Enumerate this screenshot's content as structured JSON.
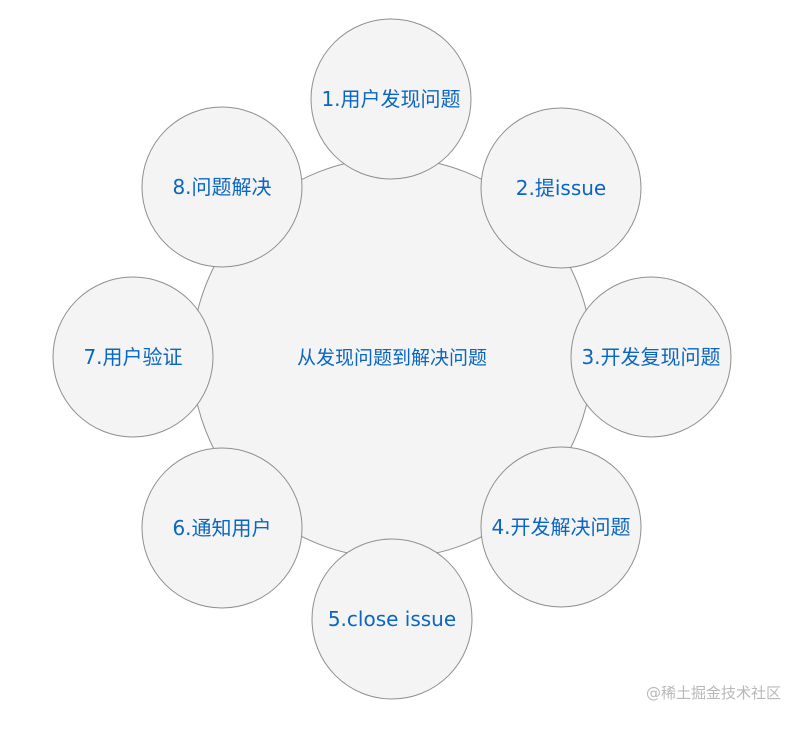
{
  "diagram": {
    "center": {
      "label": "从发现问题到解决问题"
    },
    "steps": [
      {
        "label": "1.用户发现问题"
      },
      {
        "label": "2.提issue"
      },
      {
        "label": "3.开发复现问题"
      },
      {
        "label": "4.开发解决问题"
      },
      {
        "label": "5.close issue"
      },
      {
        "label": "6.通知用户"
      },
      {
        "label": "7.用户验证"
      },
      {
        "label": "8.问题解决"
      }
    ],
    "colors": {
      "text": "#0a66c2",
      "circle_fill": "#f4f4f4",
      "circle_stroke": "#8f8f8f"
    }
  },
  "watermark": "@稀土掘金技术社区"
}
